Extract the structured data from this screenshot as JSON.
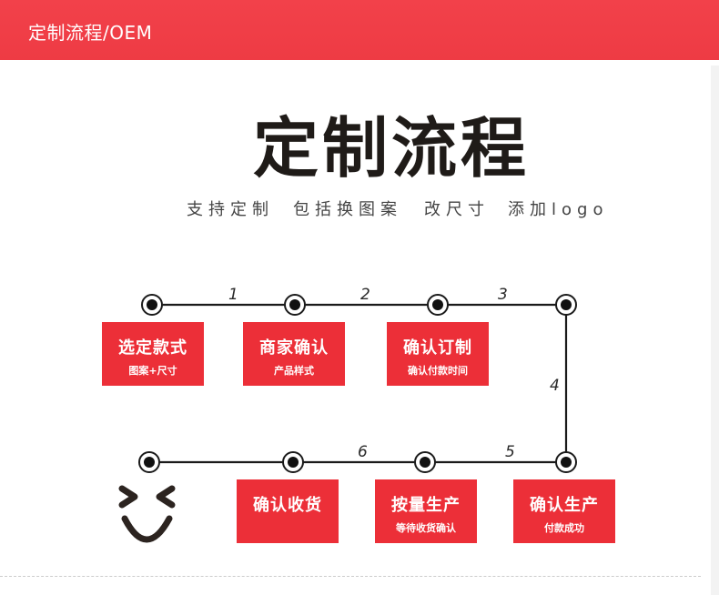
{
  "header": {
    "title": "定制流程/OEM"
  },
  "main_title": "定制流程",
  "subtitle": [
    "支持定制",
    "包括换图案",
    "改尺寸",
    "添加logo"
  ],
  "steps": [
    {
      "title": "选定款式",
      "sub": "图案+尺寸"
    },
    {
      "title": "商家确认",
      "sub": "产品样式"
    },
    {
      "title": "确认订制",
      "sub": "确认付款时间"
    },
    {
      "title": "确认生产",
      "sub": "付款成功"
    },
    {
      "title": "按量生产",
      "sub": "等待收货确认"
    },
    {
      "title": "确认收货",
      "sub": ""
    }
  ],
  "step_numbers": [
    "1",
    "2",
    "3",
    "4",
    "5",
    "6"
  ],
  "colors": {
    "accent": "#ec2f38",
    "line": "#1a1a1a"
  },
  "icons": {
    "end": "smiley-face-icon"
  }
}
